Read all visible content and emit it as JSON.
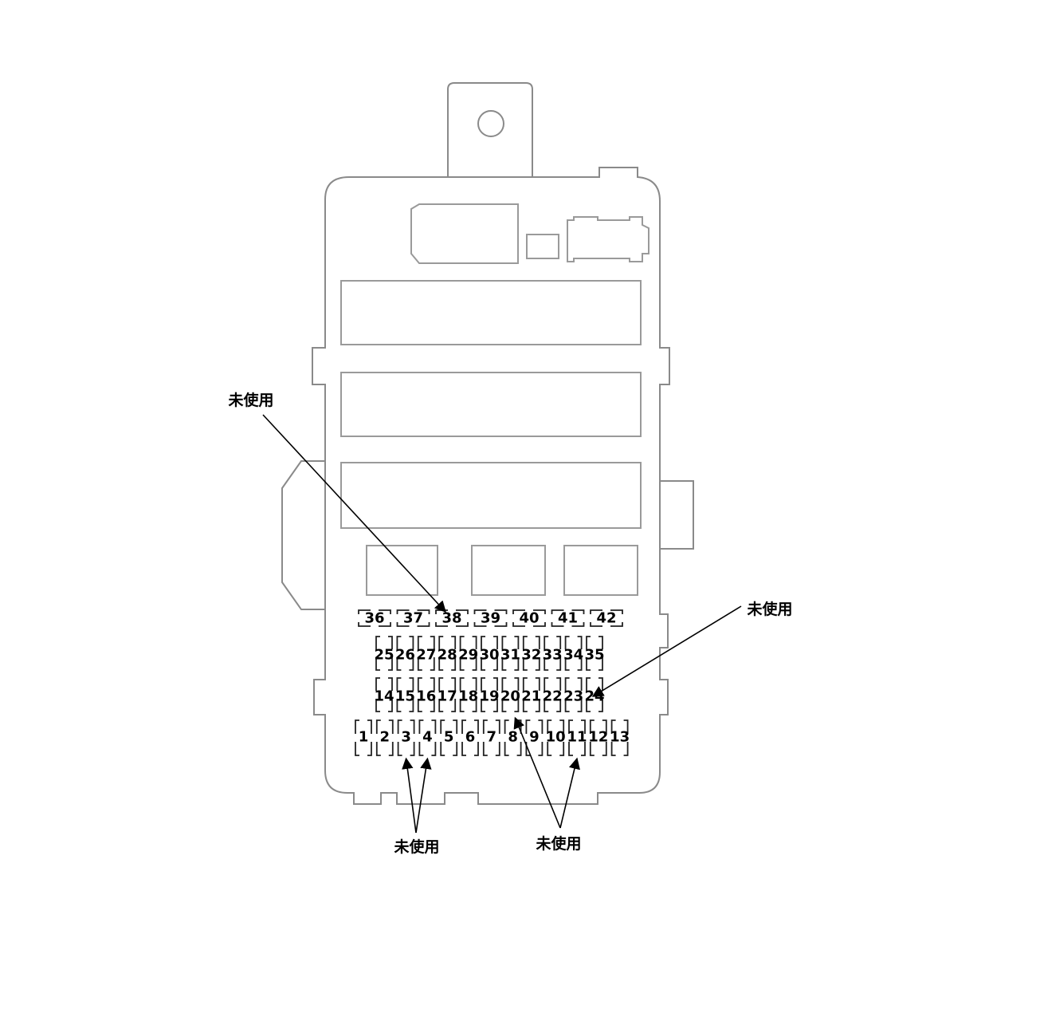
{
  "diagram": {
    "fuse_rows": {
      "top": [
        "36",
        "37",
        "38",
        "39",
        "40",
        "41",
        "42"
      ],
      "upper": [
        "25",
        "26",
        "27",
        "28",
        "29",
        "30",
        "31",
        "32",
        "33",
        "34",
        "35"
      ],
      "middle": [
        "14",
        "15",
        "16",
        "17",
        "18",
        "19",
        "20",
        "21",
        "22",
        "23",
        "24"
      ],
      "bottom": [
        "1",
        "2",
        "3",
        "4",
        "5",
        "6",
        "7",
        "8",
        "9",
        "10",
        "11",
        "12",
        "13"
      ]
    },
    "callouts": [
      {
        "id": "unused-38",
        "text": "未使用",
        "targets": [
          "38"
        ]
      },
      {
        "id": "unused-24",
        "text": "未使用",
        "targets": [
          "24"
        ]
      },
      {
        "id": "unused-3-4",
        "text": "未使用",
        "targets": [
          "3",
          "4"
        ]
      },
      {
        "id": "unused-20-11",
        "text": "未使用",
        "targets": [
          "20",
          "11"
        ]
      }
    ]
  }
}
